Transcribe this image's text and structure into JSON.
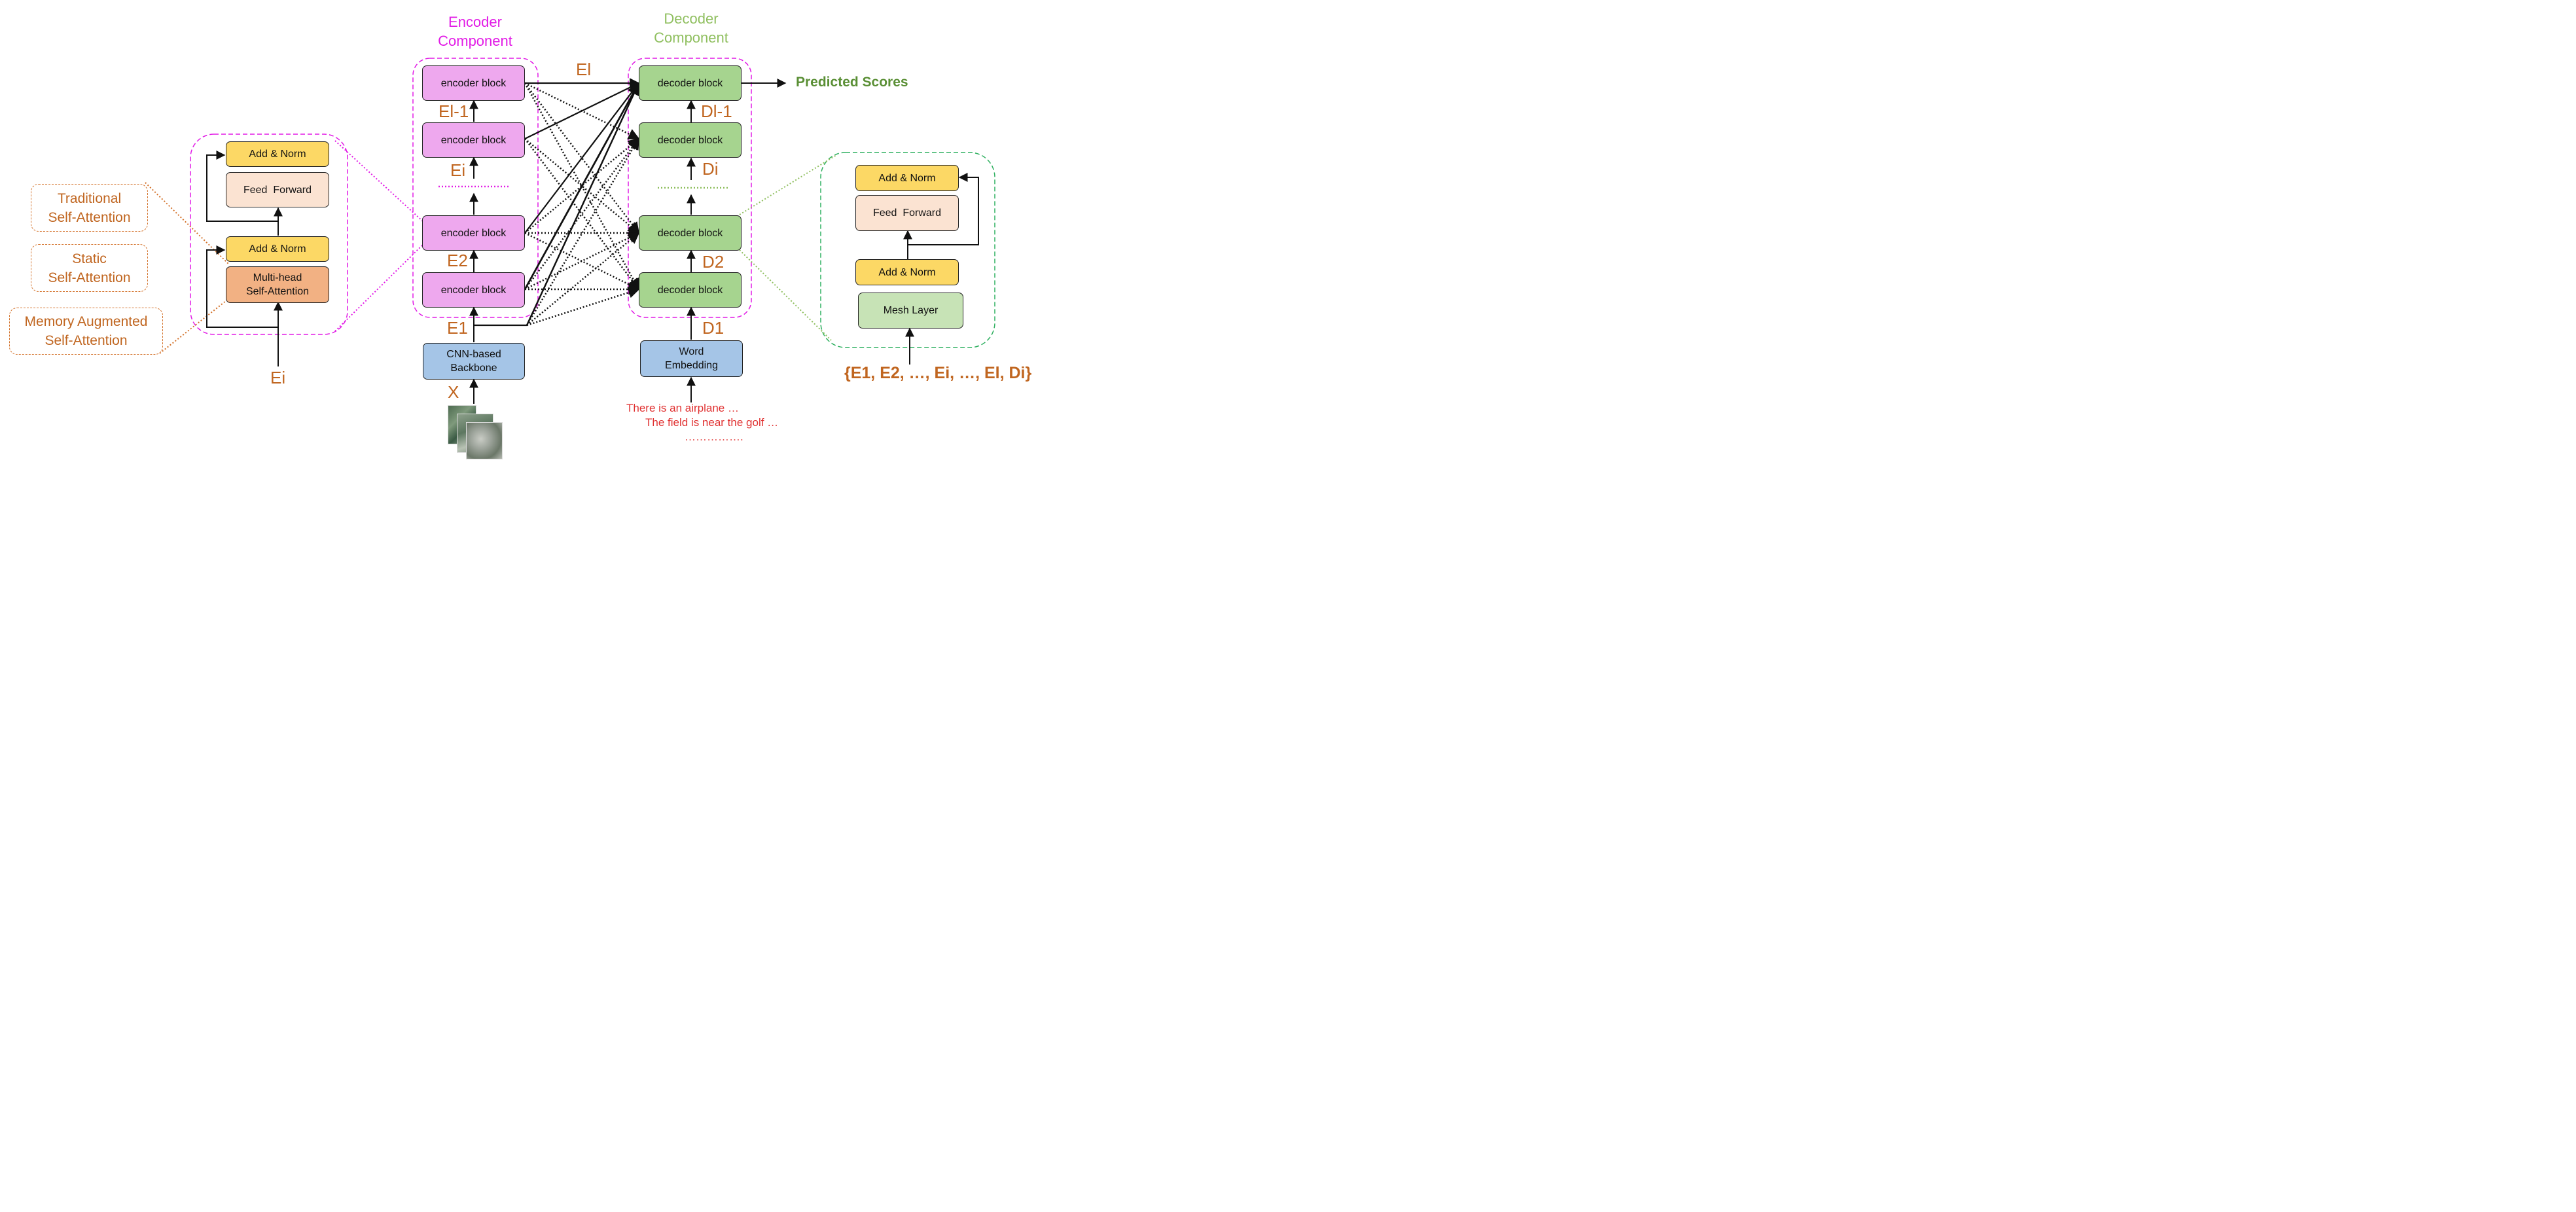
{
  "encoder_component": {
    "title": "Encoder\nComponent",
    "blocks": [
      "encoder block",
      "encoder block",
      "encoder block",
      "encoder block"
    ],
    "backbone": "CNN-based\nBackbone",
    "labels": {
      "el": "El",
      "el_minus_1": "El-1",
      "ei": "Ei",
      "e2": "E2",
      "e1": "E1",
      "x": "X"
    }
  },
  "decoder_component": {
    "title": "Decoder\nComponent",
    "blocks": [
      "decoder block",
      "decoder block",
      "decoder block",
      "decoder block"
    ],
    "embedding": "Word\nEmbedding",
    "labels": {
      "dl_minus_1": "Dl-1",
      "di": "Di",
      "d2": "D2",
      "d1": "D1"
    },
    "output": "Predicted Scores"
  },
  "encoder_detail": {
    "add_norm_top": "Add & Norm",
    "feed_forward": "Feed  Forward",
    "add_norm_bottom": "Add & Norm",
    "attention": "Multi-head\nSelf-Attention",
    "input": "Ei"
  },
  "attention_variants": [
    "Traditional\nSelf-Attention",
    "Static\nSelf-Attention",
    "Memory Augmented\nSelf-Attention"
  ],
  "decoder_detail": {
    "add_norm_top": "Add & Norm",
    "feed_forward": "Feed  Forward",
    "add_norm_bottom": "Add & Norm",
    "mesh_layer": "Mesh Layer",
    "input": "{E1, E2, …, Ei, …, El, Di}"
  },
  "captions": [
    "There is an airplane …",
    "The field is near the golf …",
    "……………."
  ],
  "colors": {
    "encoder_block": "#eea8ee",
    "decoder_block": "#a6d48f",
    "backbone": "#a5c5e7",
    "add_norm": "#fcd865",
    "feed_forward": "#fbe3d2",
    "attention": "#f2b183",
    "label_orange": "#c0651f",
    "encoder_title": "#e21ce6",
    "decoder_title": "#8fbf5f",
    "predicted": "#5a8f35",
    "caption_red": "#e03030"
  }
}
